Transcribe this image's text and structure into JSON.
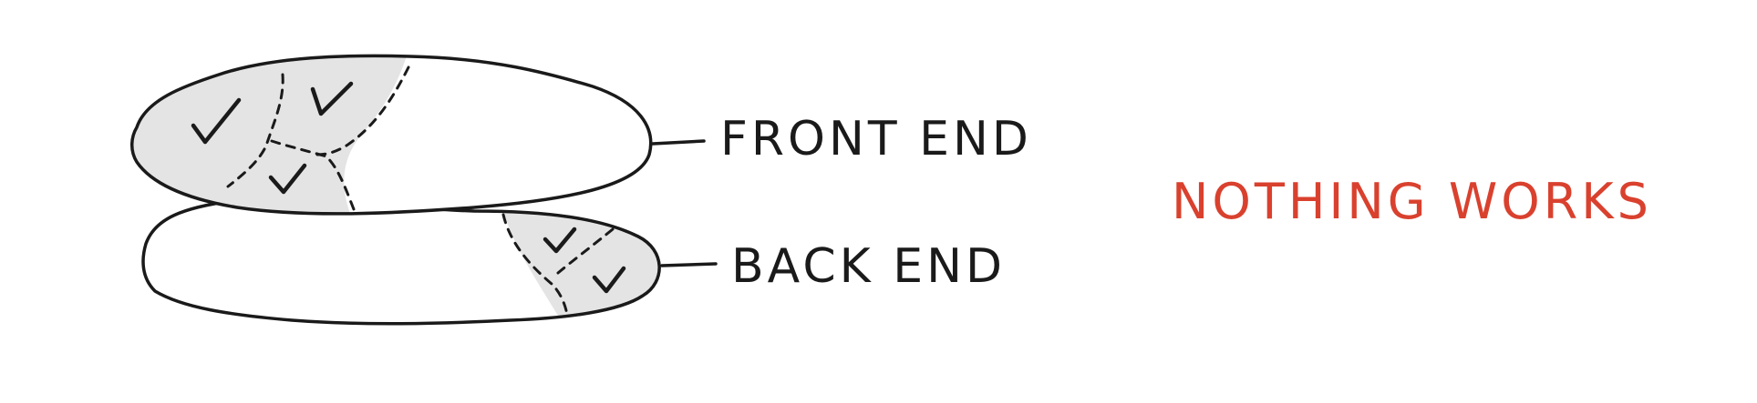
{
  "labels": {
    "front_end": "FRONT END",
    "back_end": "BACK END",
    "status": "NOTHING WORKS"
  },
  "colors": {
    "ink": "#1a1a1a",
    "shade": "#e4e4e4",
    "status": "#d9412e"
  }
}
